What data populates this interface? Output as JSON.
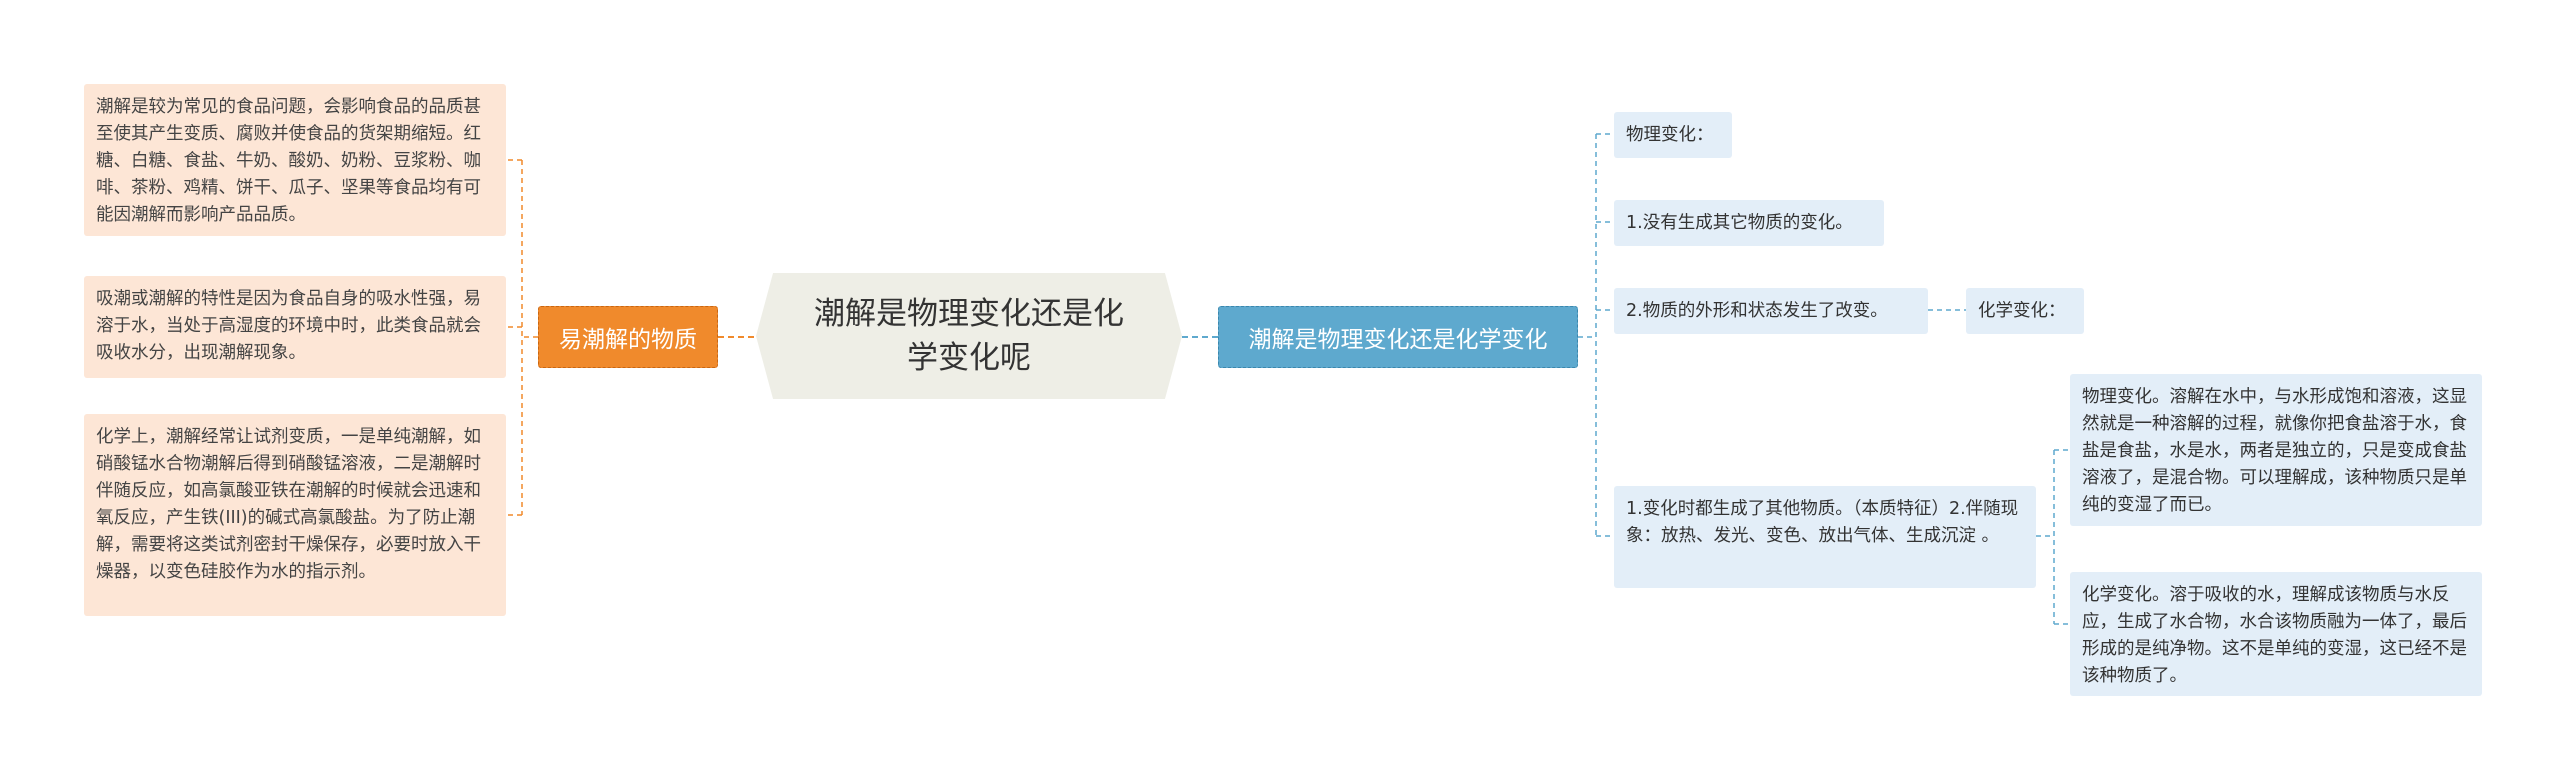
{
  "root": {
    "title": "潮解是物理变化还是化学变化呢"
  },
  "left_branch": {
    "label": "易潮解的物质",
    "items": [
      "潮解是较为常见的食品问题，会影响食品的品质甚至使其产生变质、腐败并使食品的货架期缩短。红糖、白糖、食盐、牛奶、酸奶、奶粉、豆浆粉、咖啡、茶粉、鸡精、饼干、瓜子、坚果等食品均有可能因潮解而影响产品品质。",
      "吸潮或潮解的特性是因为食品自身的吸水性强，易溶于水，当处于高湿度的环境中时，此类食品就会吸收水分，出现潮解现象。",
      "化学上，潮解经常让试剂变质，一是单纯潮解，如硝酸锰水合物潮解后得到硝酸锰溶液，二是潮解时伴随反应，如高氯酸亚铁在潮解的时候就会迅速和氧反应，产生铁(III)的碱式高氯酸盐。为了防止潮解，需要将这类试剂密封干燥保存，必要时放入干燥器，以变色硅胶作为水的指示剂。"
    ]
  },
  "right_branch": {
    "label": "潮解是物理变化还是化学变化",
    "items": {
      "physical_title": "物理变化：",
      "physical_1": "1.没有生成其它物质的变化。",
      "physical_2": "2.物质的外形和状态发生了改变。",
      "chemical_title": "化学变化：",
      "chemical_features": "1.变化时都生成了其他物质。（本质特征）2.伴随现象：放热、发光、变色、放出气体、生成沉淀 。",
      "explain_physical": "物理变化。溶解在水中，与水形成饱和溶液，这显然就是一种溶解的过程，就像你把食盐溶于水，食盐是食盐，水是水，两者是独立的，只是变成食盐溶液了，是混合物。可以理解成，该种物质只是单纯的变湿了而已。",
      "explain_chemical": "化学变化。溶于吸收的水，理解成该物质与水反应，生成了水合物，水合该物质融为一体了，最后形成的是纯净物。这不是单纯的变湿，这已经不是该种物质了。"
    }
  },
  "colors": {
    "left_branch": "#f08a2c",
    "left_leaf": "#fde6d6",
    "right_branch": "#5ea9ce",
    "right_leaf": "#e3eef8",
    "root": "#eeeee6"
  }
}
